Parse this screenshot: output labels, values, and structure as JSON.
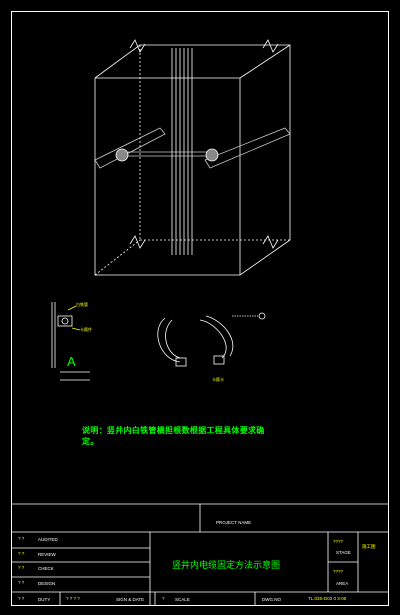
{
  "drawing": {
    "note_line1": "说明：竖井内白铁管横担根数根据工程具体要求确",
    "note_line2": "定。",
    "detail_letter": "A",
    "label_white_pipe": "白铁管",
    "label_clip": "卡箍件",
    "label_clamp": "卡箍卡"
  },
  "title_block": {
    "project_name": "PROJECT NAME",
    "rows": [
      {
        "mark": "? ?",
        "label": "AUDITED"
      },
      {
        "mark": "? ?",
        "label": "REVIEW"
      },
      {
        "mark": "? ?",
        "label": "CHECK"
      },
      {
        "mark": "? ?",
        "label": "DESIGN"
      }
    ],
    "duty": {
      "mark": "? ?",
      "label": "DUTY"
    },
    "bottom_marks": "? ? ? ?",
    "sign_date": "SIGN & DATE",
    "scale_mark": "?",
    "scale": "SCALE",
    "drawing_no_label": "DWG.NO",
    "drawing_no": "TL.03S-D03 0 3-05",
    "title": "竖井内电缆固定方法示意图",
    "stage_mark": "????",
    "stage_label": "STAGE",
    "stage_value": "施工图",
    "area_mark": "????",
    "area_label": "AREA"
  }
}
